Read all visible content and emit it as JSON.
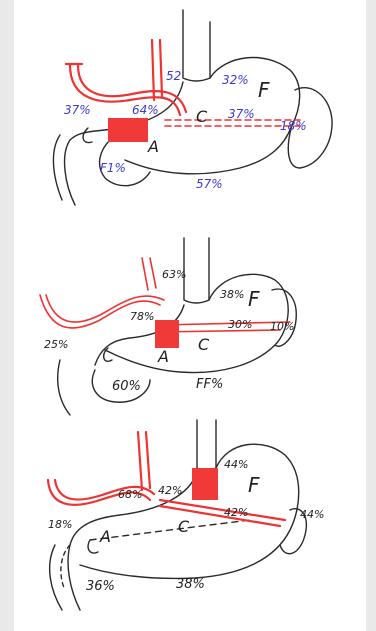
{
  "colors": {
    "ink": "#2a2a2a",
    "red": "#ee3333",
    "red_fill": "#f03a3a",
    "blue": "#3a3acf",
    "paper": "#ffffff",
    "frame": "#e9e9e9"
  },
  "sketch1": {
    "labels": {
      "f": "F",
      "c": "C",
      "a": "A"
    },
    "values": [
      "52",
      "32%",
      "37%",
      "64%",
      "37%",
      "18%",
      "F1%",
      "57%"
    ]
  },
  "sketch2": {
    "labels": {
      "f": "F",
      "c": "C",
      "a": "A"
    },
    "values": [
      "63%",
      "38%",
      "78%",
      "30%",
      "10%",
      "25%",
      "60%",
      "FF%"
    ]
  },
  "sketch3": {
    "labels": {
      "f": "F",
      "c": "C",
      "a": "A"
    },
    "values": [
      "44%",
      "42%",
      "68%",
      "42%",
      "44%",
      "18%",
      "36%",
      "38%"
    ]
  }
}
